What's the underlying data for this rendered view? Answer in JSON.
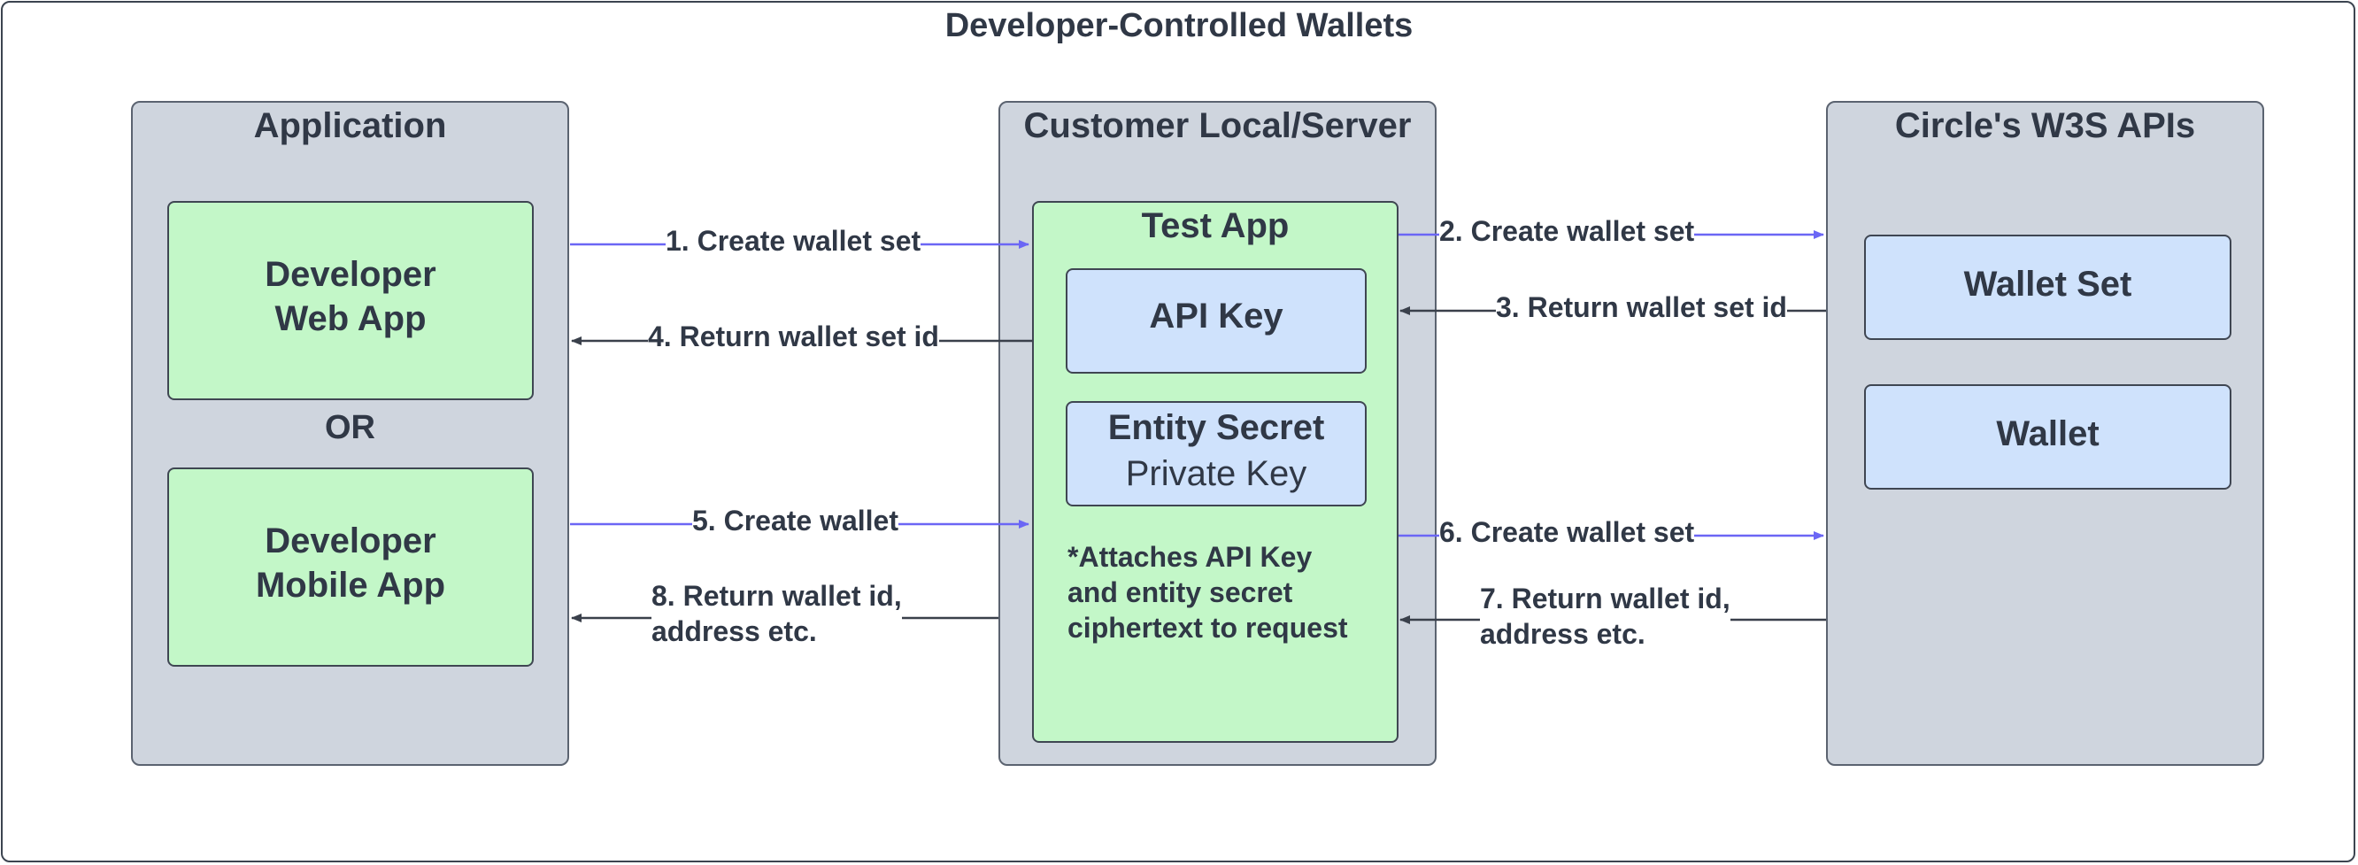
{
  "title": "Developer-Controlled Wallets",
  "panels": {
    "application": {
      "title": "Application",
      "web_app": "Developer\nWeb App",
      "or": "OR",
      "mobile_app": "Developer\nMobile App"
    },
    "customer": {
      "title": "Customer Local/Server",
      "test_app": "Test App",
      "api_key": "API Key",
      "entity_secret": "Entity Secret",
      "private_key": "Private Key",
      "note": "*Attaches API Key\nand entity secret\nciphertext to request"
    },
    "circle": {
      "title": "Circle's W3S APIs",
      "wallet_set": "Wallet Set",
      "wallet": "Wallet"
    }
  },
  "steps": [
    {
      "label": "1. Create wallet set"
    },
    {
      "label": "2. Create wallet set"
    },
    {
      "label": "3. Return wallet set id"
    },
    {
      "label": "4. Return wallet set id"
    },
    {
      "label": "5. Create wallet"
    },
    {
      "label": "6. Create wallet set"
    },
    {
      "label": "7. Return wallet id,\naddress etc."
    },
    {
      "label": "8. Return wallet id,\naddress etc."
    }
  ],
  "colors": {
    "request_arrow": "#6b66f5",
    "response_arrow": "#3a404b",
    "panel_bg": "#cfd5de",
    "green_box": "#c3f7c8",
    "blue_box": "#cfe2fc"
  }
}
